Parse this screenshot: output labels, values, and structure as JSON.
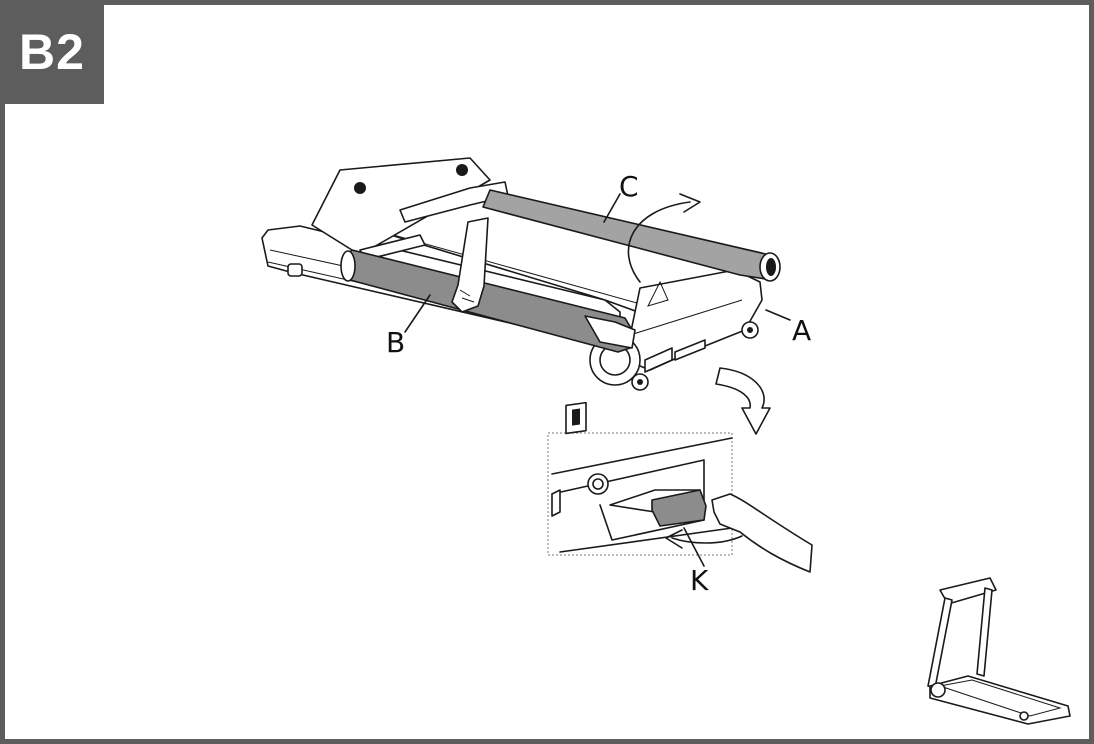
{
  "step": {
    "label": "B2"
  },
  "labels": {
    "frame": "A",
    "left_upright": "B",
    "right_upright": "C",
    "knob": "K"
  },
  "colors": {
    "frame_border": "#5d5d5d",
    "badge_background": "#5d5d5d",
    "badge_text": "#ffffff",
    "tube_fill": "#8c8c8c",
    "line": "#1a1a1a"
  },
  "icons": [
    "rotate-arrow-icon",
    "curved-down-arrow-icon",
    "pull-arrow-icon",
    "hand-icon"
  ]
}
